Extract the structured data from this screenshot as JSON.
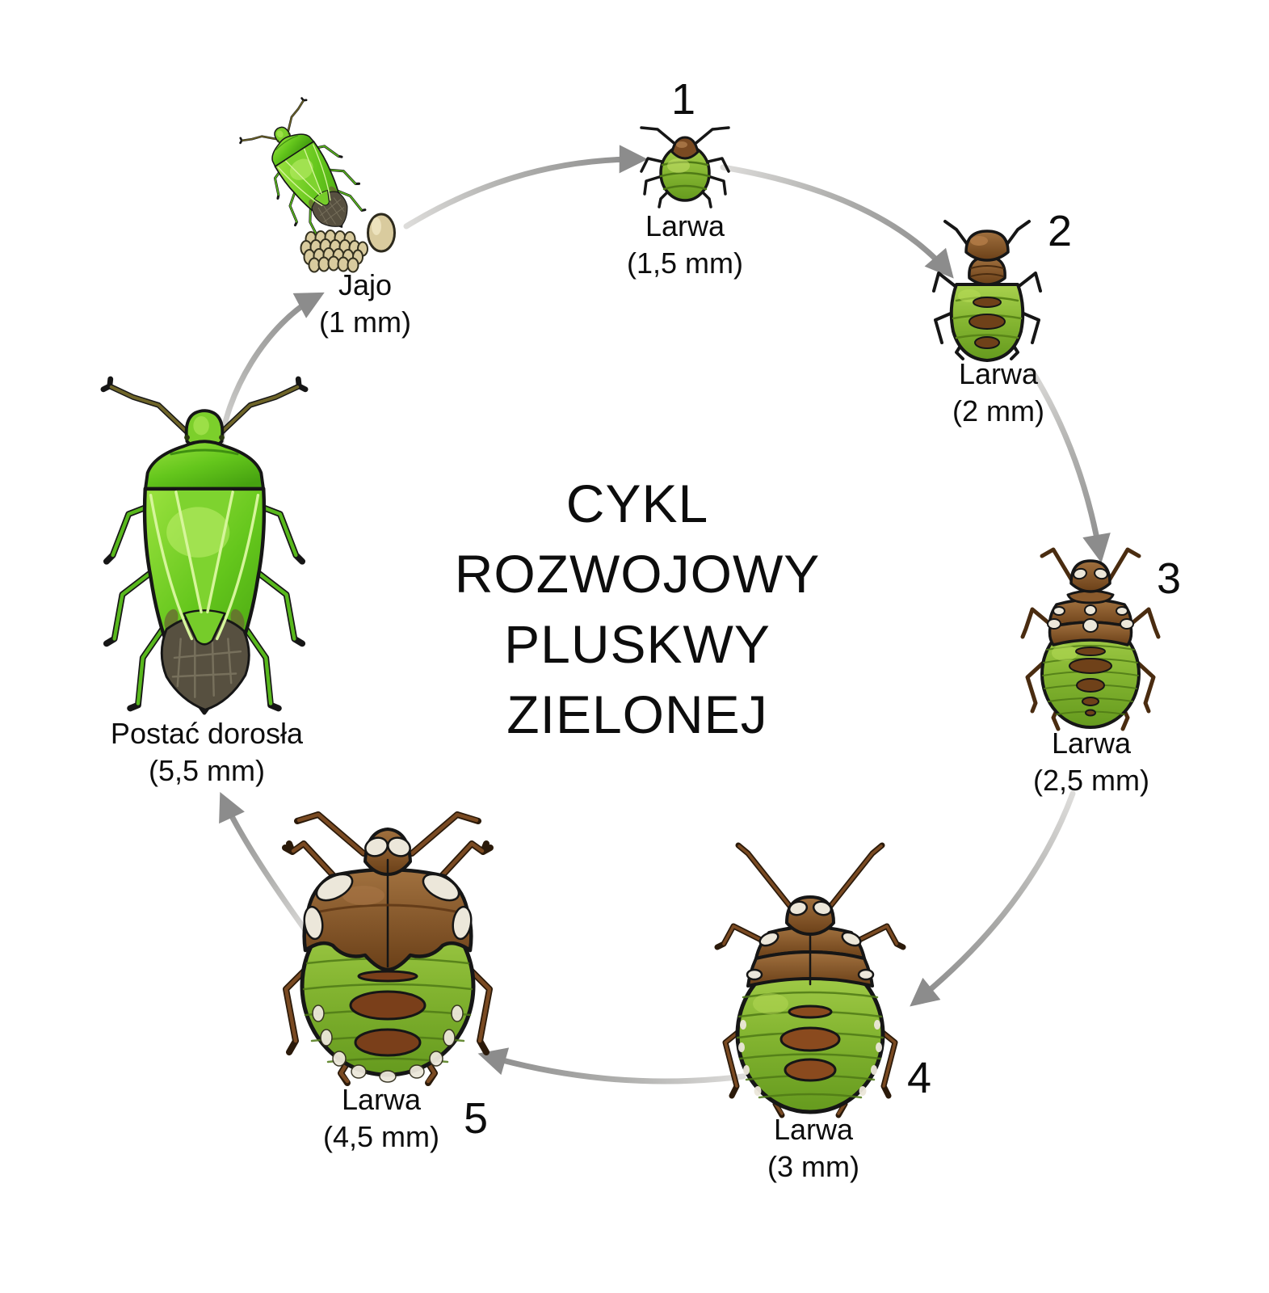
{
  "title": {
    "line1": "CYKL",
    "line2": "ROZWOJOWY",
    "line3": "PLUSKWY",
    "line4": "ZIELONEJ"
  },
  "stages": {
    "egg": {
      "label": "Jajo",
      "size": "(1 mm)"
    },
    "larva1": {
      "number": "1",
      "label": "Larwa",
      "size": "(1,5 mm)"
    },
    "larva2": {
      "number": "2",
      "label": "Larwa",
      "size": "(2 mm)"
    },
    "larva3": {
      "number": "3",
      "label": "Larwa",
      "size": "(2,5 mm)"
    },
    "larva4": {
      "number": "4",
      "label": "Larwa",
      "size": "(3 mm)"
    },
    "larva5": {
      "number": "5",
      "label": "Larwa",
      "size": "(4,5 mm)"
    },
    "adult": {
      "label": "Postać dorosła",
      "size": "(5,5 mm)"
    }
  },
  "icons": {
    "adult_bug": "green-shield-bug-adult",
    "small_adult_bug": "green-shield-bug-adult-with-eggs",
    "egg_cluster": "egg-cluster",
    "single_egg": "single-egg",
    "larva1": "larva-stage-1",
    "larva2": "larva-stage-2",
    "larva3": "larva-stage-3",
    "larva4": "larva-stage-4",
    "larva5": "larva-stage-5"
  },
  "colors": {
    "text": "#0d0d0d",
    "arrow": "#8c8c8c",
    "adult_green": "#5cbe17",
    "nymph_green": "#7cab2a",
    "nymph_brown": "#7a4a22",
    "egg_tan": "#d9cb9e",
    "membrane_gray": "#575040",
    "spot_white": "#ece7da"
  }
}
